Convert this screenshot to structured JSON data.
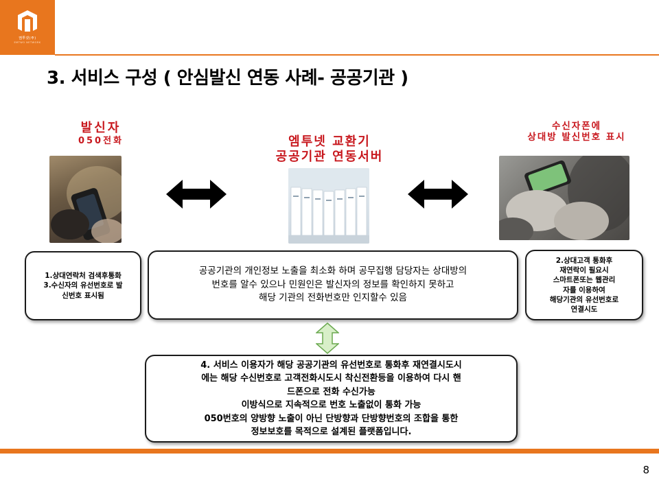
{
  "logo": {
    "name": "엠투넷(주)",
    "sub": "EMTWO NETWORK"
  },
  "title": "3. 서비스 구성 (  안심발신 연동 사례- 공공기관 )",
  "caller": {
    "title": "발신자",
    "subtitle": "050전화"
  },
  "server": {
    "line1": "엠투넷  교환기",
    "line2": "공공기관  연동서버"
  },
  "receiver": {
    "line1": "수신자폰에",
    "line2": "상대방  발신번호  표시"
  },
  "box_left": {
    "line1": "1.상대연락처 검색후통화",
    "line2": "3.수신자의 유선번호로 발",
    "line3": "신번호 표시됨"
  },
  "box_middle": {
    "line1": "공공기관의 개인정보 노출을 최소화 하며 공무집행 담당자는 상대방의",
    "line2": "번호를 알수 있으나 민원인은 발신자의 정보를 확인하지 못하고",
    "line3": "해당 기관의 전화번호만 인지할수 있음"
  },
  "box_right": {
    "line1": "2.상대고객 통화후",
    "line2": "재연락이 필요시",
    "line3": "스마트폰또는 웹관리",
    "line4": "자를 이용하여",
    "line5": "해당기관의 유선번호로",
    "line6": "연결시도"
  },
  "box_bottom": {
    "line1": "4. 서비스 이용자가 해당 공공기관의 유선번호로 통화후 재연결시도시",
    "line2": "에는 해당 수신번호로 고객전화시도시 착신전환등을 이용하여 다시 핸",
    "line3": "드폰으로 전화 수신가능",
    "line4": "이방식으로 지속적으로 번호 노출없이 통화 가능",
    "line5": "050번호의 양방향 노출이 아닌 단방향과 단방향번호의 조합을 통한",
    "line6": "정보보호를 목적으로 설계된 플랫폼입니다."
  },
  "page_number": "8",
  "colors": {
    "accent": "#e8761e",
    "label_red": "#c8181e",
    "arrow_green_fill": "#d8efc8",
    "arrow_green_stroke": "#6aa84f"
  }
}
